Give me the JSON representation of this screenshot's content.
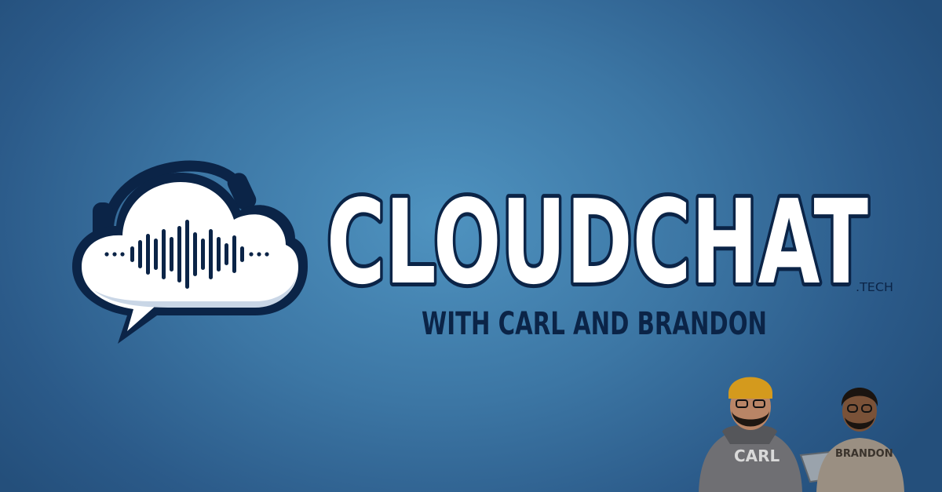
{
  "brand": {
    "name": "CLOUDCHAT",
    "tld": ".TECH",
    "tagline": "WITH CARL AND BRANDON"
  },
  "hosts": [
    {
      "shirt_label": "CARL"
    },
    {
      "shirt_label": "BRANDON"
    }
  ],
  "colors": {
    "navy": "#0b2447",
    "white": "#ffffff",
    "cloud_shadow": "#c9d6e6",
    "bg_center": "#4f93c0",
    "bg_edge": "#244f7b"
  },
  "icons": {
    "logo": "cloud-headphones-soundwave-icon"
  }
}
